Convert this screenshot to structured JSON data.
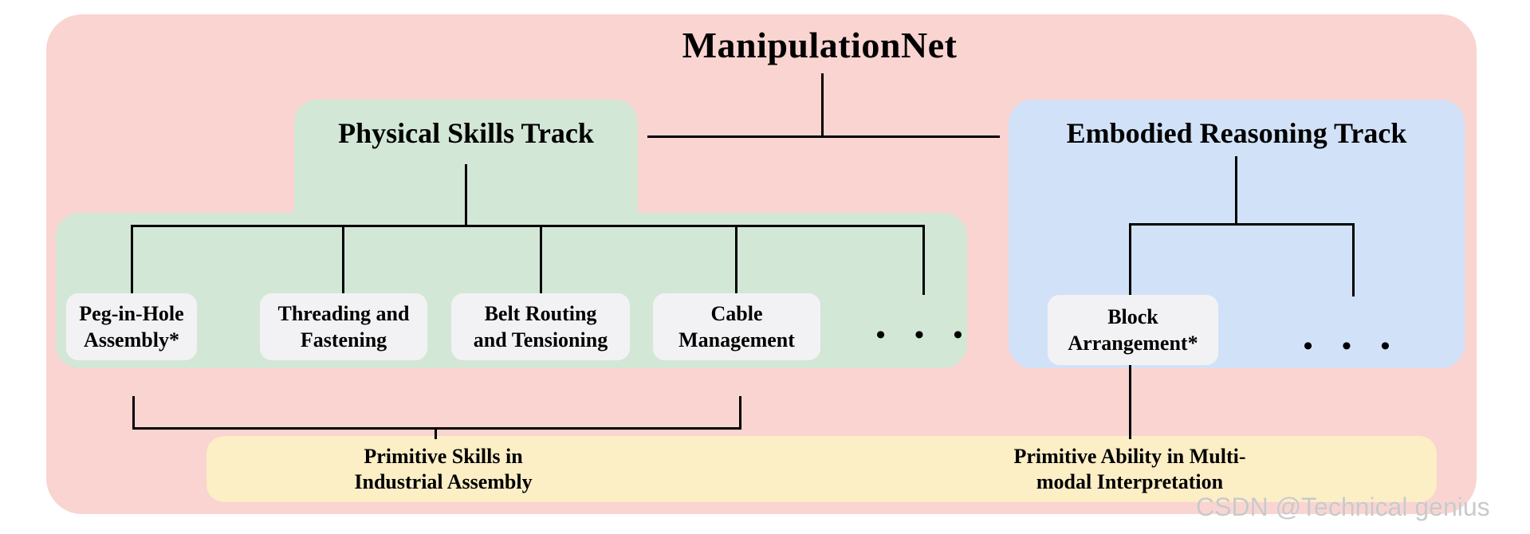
{
  "title": "ManipulationNet",
  "watermark": "CSDN @Technical genius",
  "tracks": {
    "physical": {
      "title": "Physical Skills Track",
      "leaves": [
        {
          "line1": "Peg-in-Hole",
          "line2": "Assembly*"
        },
        {
          "line1": "Threading and",
          "line2": "Fastening"
        },
        {
          "line1": "Belt Routing",
          "line2": "and Tensioning"
        },
        {
          "line1": "Cable",
          "line2": "Management"
        }
      ],
      "ellipsis": "• • •",
      "caption": {
        "line1": "Primitive Skills in",
        "line2": "Industrial Assembly"
      }
    },
    "reasoning": {
      "title": "Embodied Reasoning Track",
      "leaves": [
        {
          "line1": "Block",
          "line2": "Arrangement*"
        }
      ],
      "ellipsis": "• • •",
      "caption": {
        "line1": "Primitive Ability in Multi-",
        "line2": "modal Interpretation"
      }
    }
  },
  "colors": {
    "background_pink": "#f9d4d1",
    "physical_track_green": "#d3e7d6",
    "reasoning_track_blue": "#d1e2f8",
    "leaf_box_white": "#f2f2f4",
    "caption_yellow": "#fceec5",
    "connector_black": "#000000",
    "watermark_gray": "#c6c6c6"
  }
}
